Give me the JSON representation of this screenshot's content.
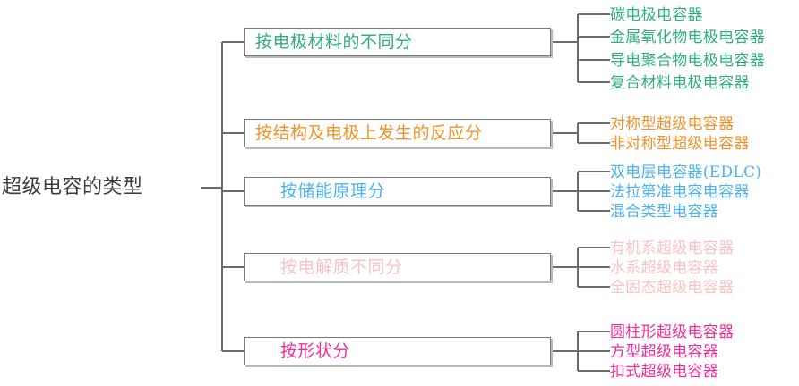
{
  "diagram": {
    "type": "mind-map",
    "title": "超级电容的类型",
    "root": {
      "label": "超级电容的类型",
      "color": "#3c3c3c"
    },
    "branches": [
      {
        "label": "按电极材料的不同分",
        "color": "#2fb07a",
        "leaves": [
          "碳电极电容器",
          "金属氧化物电极电容器",
          "导电聚合物电极电容器",
          "复合材料电极电容器"
        ]
      },
      {
        "label": "按结构及电极上发生的反应分",
        "color": "#f0932b",
        "leaves": [
          "对称型超级电容器",
          "非对称型超级电容器"
        ]
      },
      {
        "label": "按储能原理分",
        "color": "#4bb3ef",
        "leaves": [
          "双电层电容器(EDLC)",
          "法拉第准电容电容器",
          "混合类型电容器"
        ]
      },
      {
        "label": "按电解质不同分",
        "color": "#f7c3c3",
        "leaves": [
          "有机系超级电容器",
          "水系超级电容器",
          "全固态超级电容器"
        ]
      },
      {
        "label": "按形状分",
        "color": "#ef2d9b",
        "leaves": [
          "圆柱形超级电容器",
          "方型超级电容器",
          "扣式超级电容器"
        ]
      }
    ],
    "line_color": "#6b6b6b",
    "shadow_color": "#b9b9b9"
  }
}
